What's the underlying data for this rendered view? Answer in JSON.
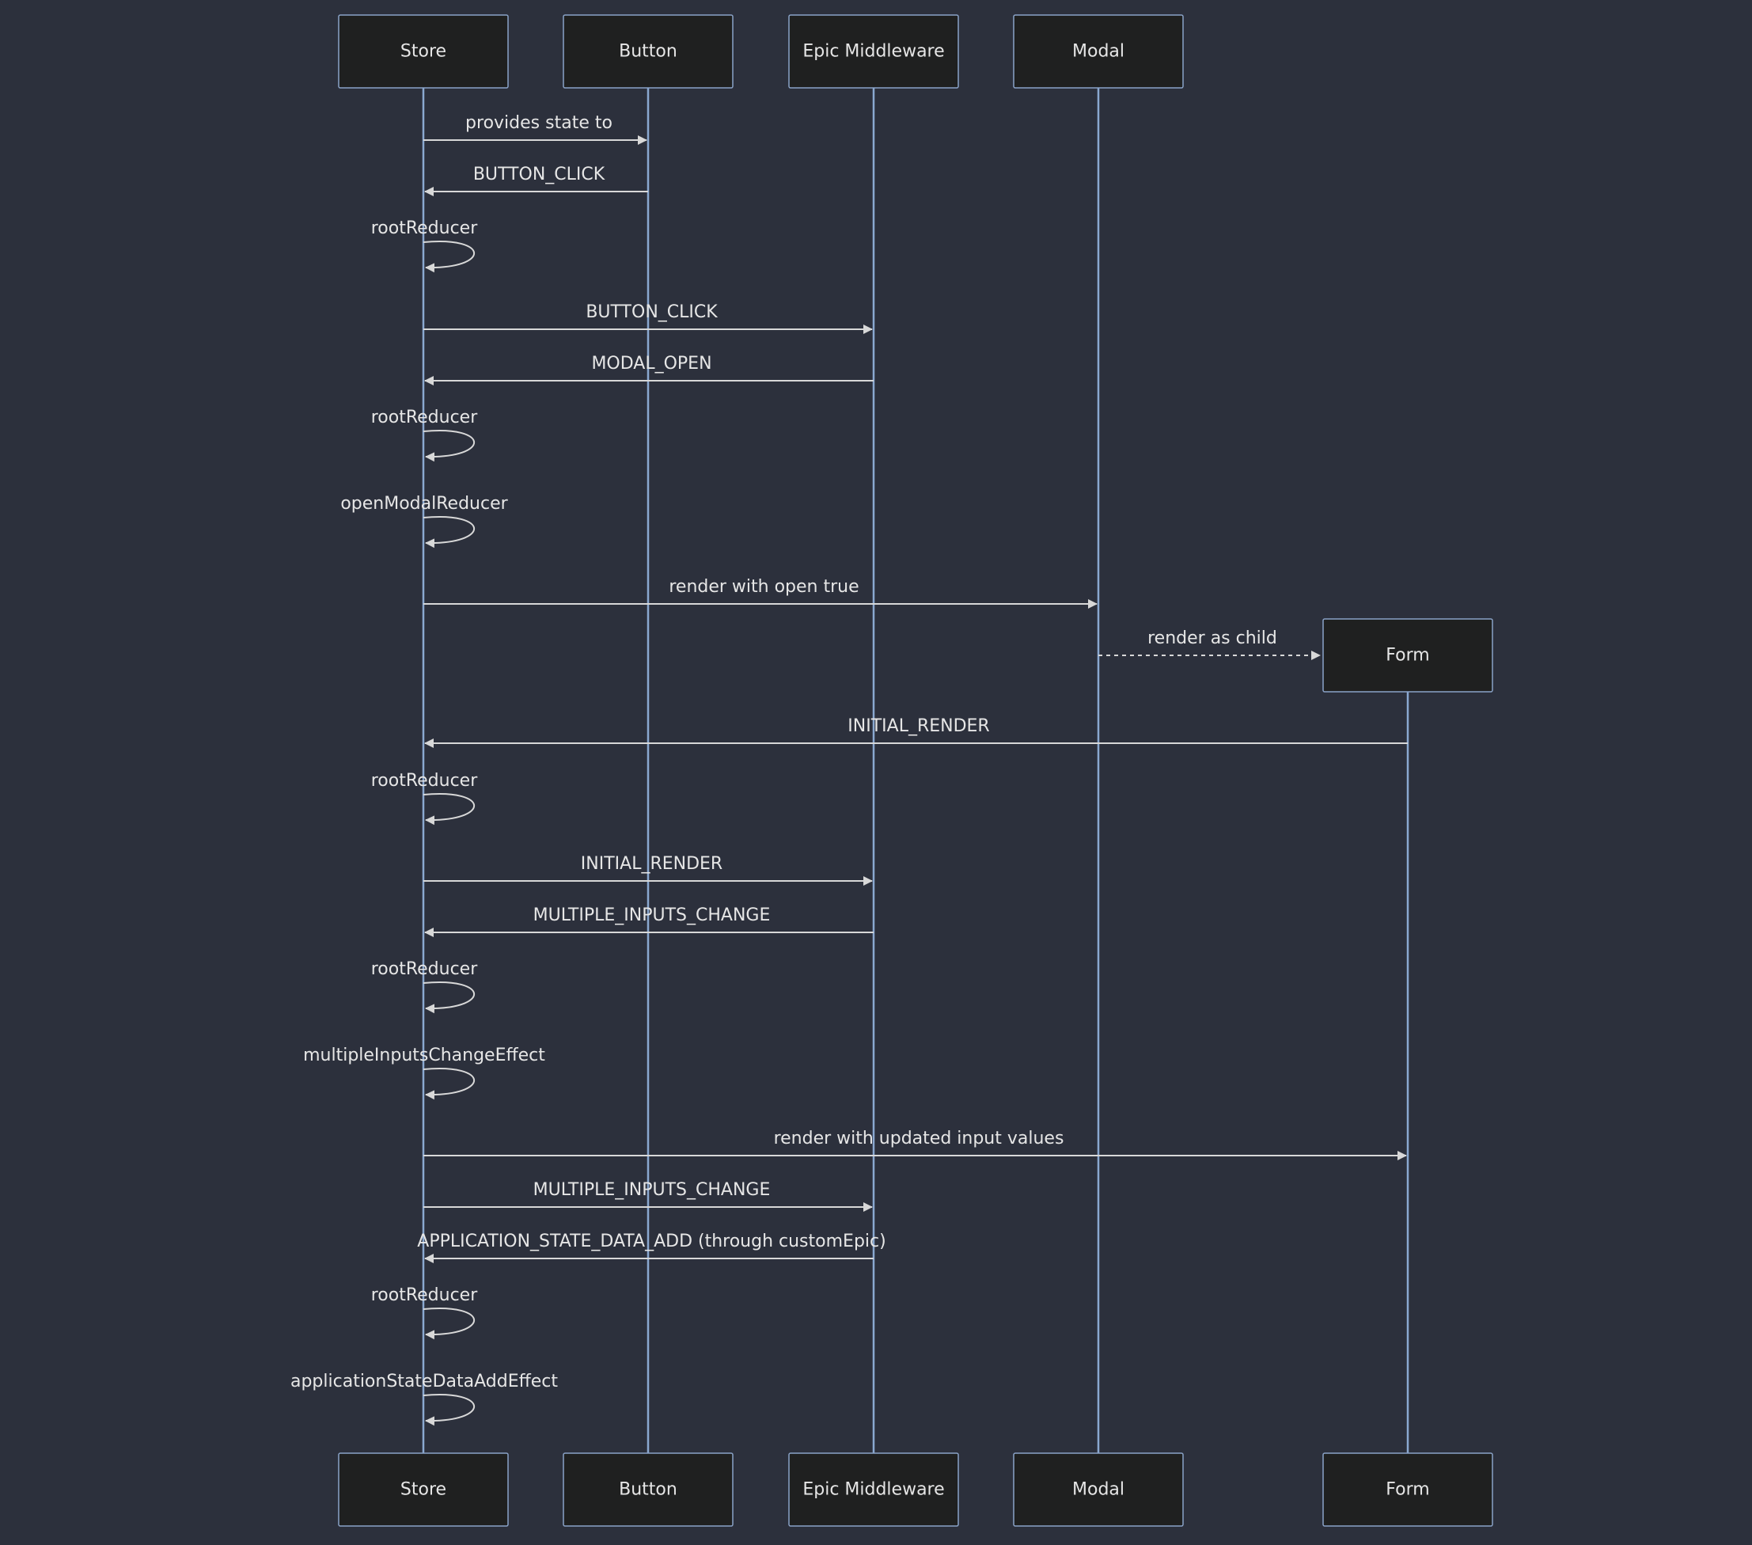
{
  "colors": {
    "background": "#2c303c",
    "actor_fill": "#1f2020",
    "actor_border": "#8aa3c8",
    "lifeline": "#8aa8d0",
    "message": "#d8d8d8",
    "text": "#e6e6e6"
  },
  "participants": [
    {
      "id": "store",
      "label": "Store"
    },
    {
      "id": "button",
      "label": "Button"
    },
    {
      "id": "epic",
      "label": "Epic Middleware"
    },
    {
      "id": "modal",
      "label": "Modal"
    },
    {
      "id": "form",
      "label": "Form",
      "created_by_message": 9
    }
  ],
  "messages": [
    {
      "from": "store",
      "to": "button",
      "label": "provides state to",
      "style": "solid"
    },
    {
      "from": "button",
      "to": "store",
      "label": "BUTTON_CLICK",
      "style": "solid"
    },
    {
      "from": "store",
      "to": "store",
      "label": "rootReducer",
      "style": "solid"
    },
    {
      "from": "store",
      "to": "epic",
      "label": "BUTTON_CLICK",
      "style": "solid"
    },
    {
      "from": "epic",
      "to": "store",
      "label": "MODAL_OPEN",
      "style": "solid"
    },
    {
      "from": "store",
      "to": "store",
      "label": "rootReducer",
      "style": "solid"
    },
    {
      "from": "store",
      "to": "store",
      "label": "openModalReducer",
      "style": "solid"
    },
    {
      "from": "store",
      "to": "modal",
      "label": "render with open true",
      "style": "solid"
    },
    {
      "from": "modal",
      "to": "form",
      "label": "render as child",
      "style": "dotted"
    },
    {
      "from": "form",
      "to": "store",
      "label": "INITIAL_RENDER",
      "style": "solid"
    },
    {
      "from": "store",
      "to": "store",
      "label": "rootReducer",
      "style": "solid"
    },
    {
      "from": "store",
      "to": "epic",
      "label": "INITIAL_RENDER",
      "style": "solid"
    },
    {
      "from": "epic",
      "to": "store",
      "label": "MULTIPLE_INPUTS_CHANGE",
      "style": "solid"
    },
    {
      "from": "store",
      "to": "store",
      "label": "rootReducer",
      "style": "solid"
    },
    {
      "from": "store",
      "to": "store",
      "label": "multipleInputsChangeEffect",
      "style": "solid"
    },
    {
      "from": "store",
      "to": "form",
      "label": "render with updated input values",
      "style": "solid"
    },
    {
      "from": "store",
      "to": "epic",
      "label": "MULTIPLE_INPUTS_CHANGE",
      "style": "solid"
    },
    {
      "from": "epic",
      "to": "store",
      "label": "APPLICATION_STATE_DATA_ADD (through customEpic)",
      "style": "solid"
    },
    {
      "from": "store",
      "to": "store",
      "label": "rootReducer",
      "style": "solid"
    },
    {
      "from": "store",
      "to": "store",
      "label": "applicationStateDataAddEffect",
      "style": "solid"
    }
  ]
}
